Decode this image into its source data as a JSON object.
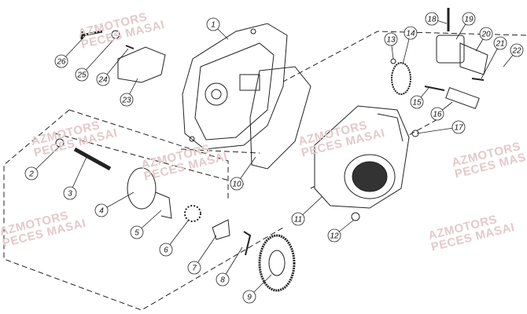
{
  "diagram": {
    "title": "Water pump / transmission exploded view",
    "callouts": [
      "1",
      "2",
      "3",
      "4",
      "5",
      "6",
      "7",
      "8",
      "9",
      "10",
      "11",
      "12",
      "13",
      "14",
      "15",
      "16",
      "17",
      "18",
      "19",
      "20",
      "21",
      "22",
      "23",
      "24",
      "25",
      "26"
    ]
  },
  "watermark": {
    "line1": "AZMOTORS",
    "line2": "PECES MASAI"
  }
}
